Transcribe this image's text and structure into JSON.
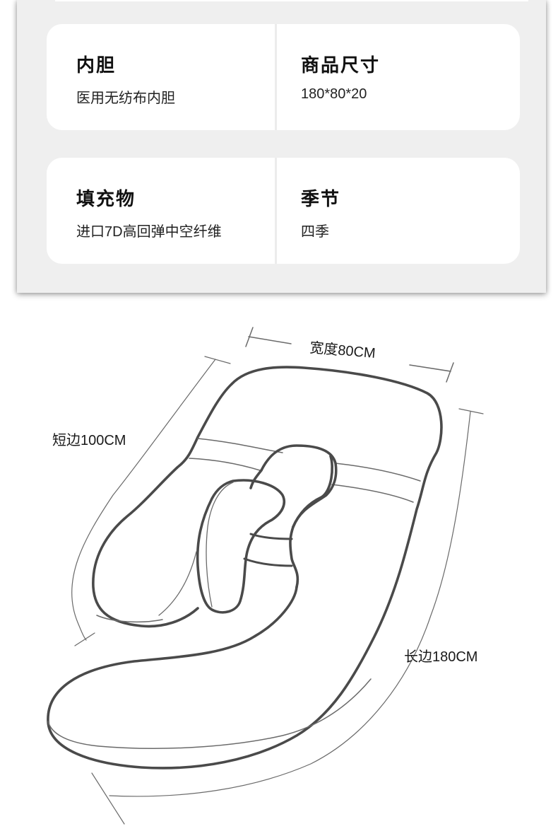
{
  "specs": {
    "rows": [
      {
        "left": {
          "label": "内胆",
          "value": "医用无纺布内胆"
        },
        "right": {
          "label": "商品尺寸",
          "value": "180*80*20"
        }
      },
      {
        "left": {
          "label": "填充物",
          "value": "进口7D高回弹中空纤维"
        },
        "right": {
          "label": "季节",
          "value": "四季"
        }
      }
    ]
  },
  "diagram": {
    "subject": "pillow-outline-drawing",
    "dimensions": {
      "width": "宽度80CM",
      "short_side": "短边100CM",
      "long_side": "长边180CM"
    }
  },
  "colors": {
    "panel_bg": "#efefef",
    "card_bg": "#ffffff",
    "outline": "#4a4a4a",
    "dimension_line": "#6a6a6a"
  }
}
